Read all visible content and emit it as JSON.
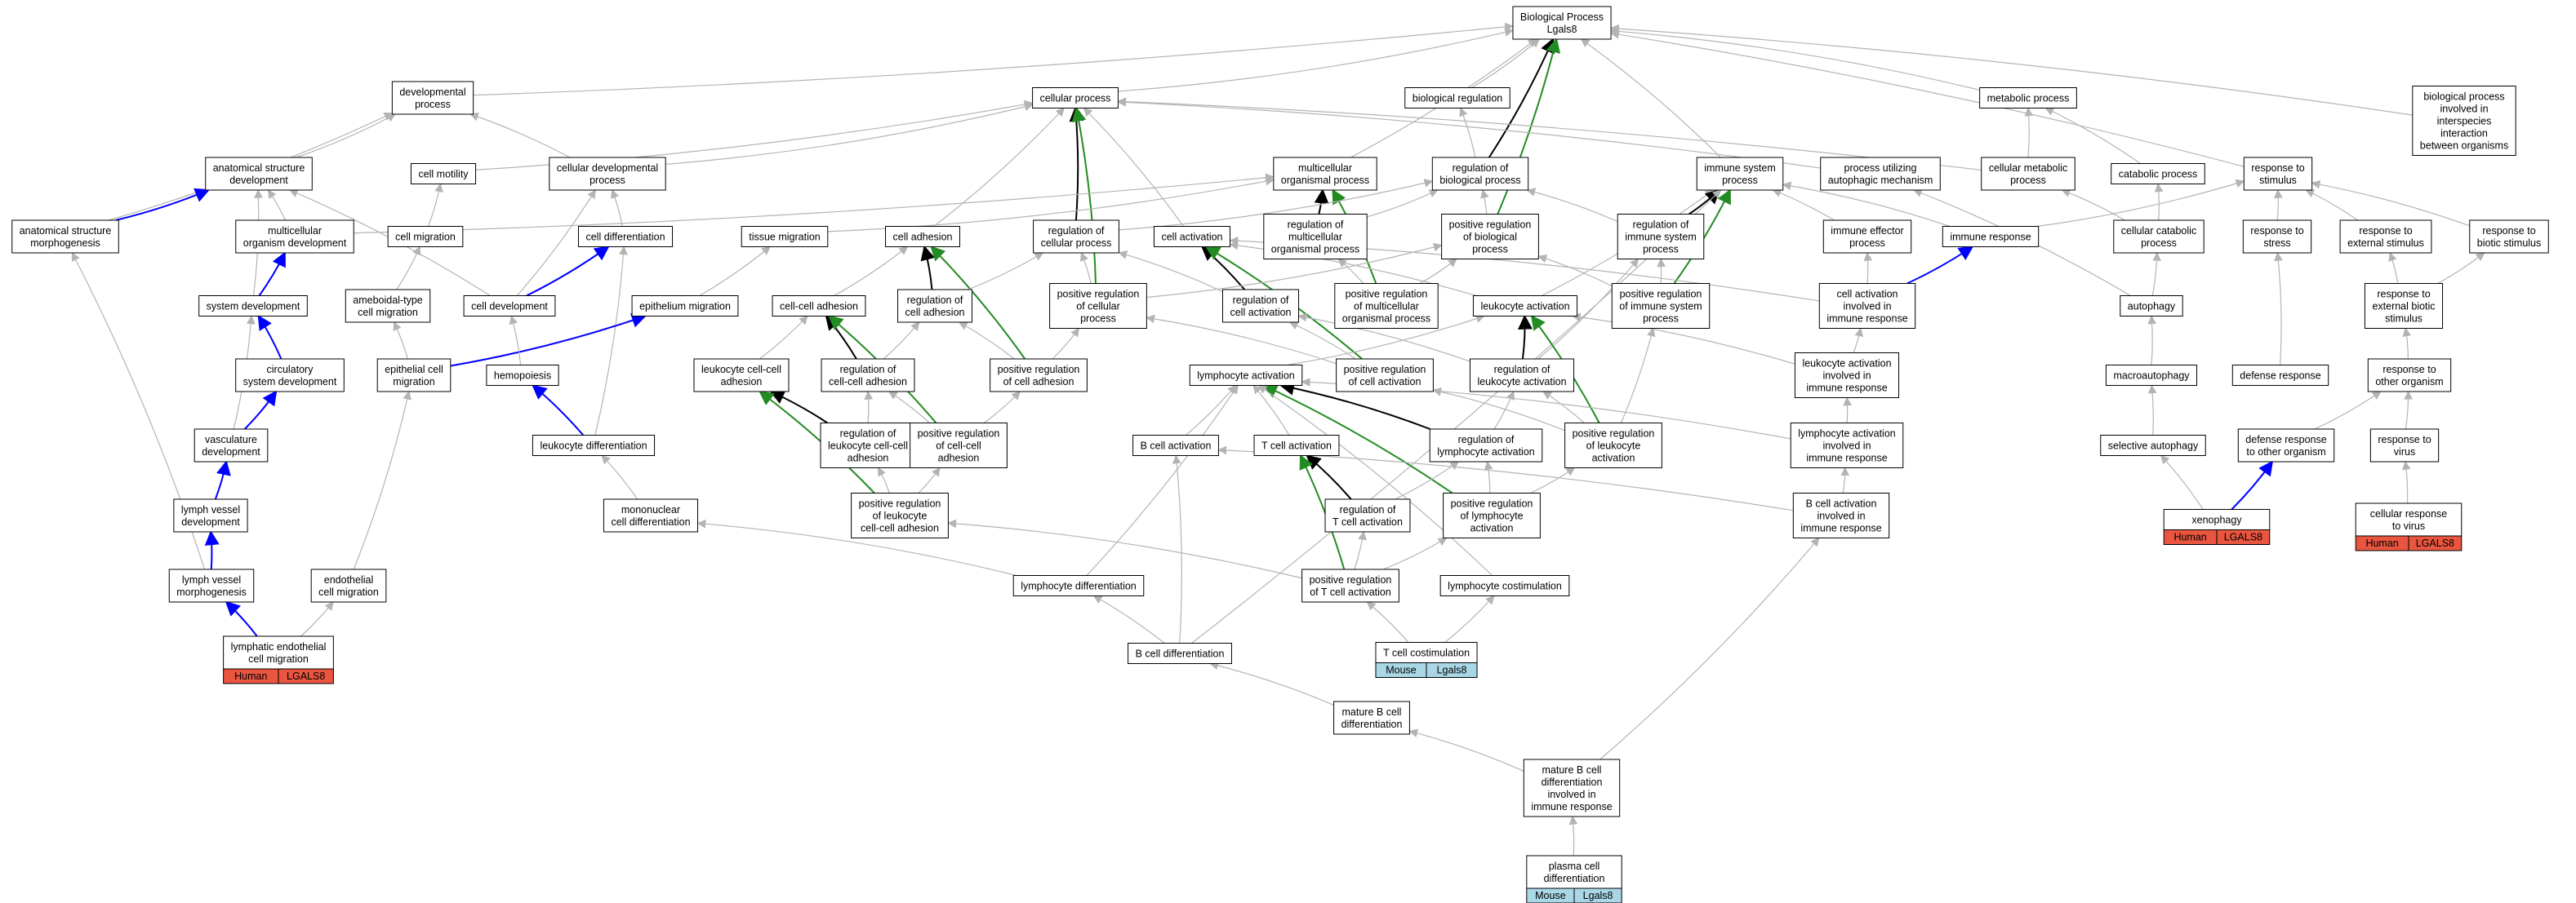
{
  "root_node_label": "Biological Process\nLgals8",
  "colors": {
    "edge_gray": "#b4b4b4",
    "edge_black": "#000000",
    "edge_blue": "#0000ff",
    "edge_green": "#228b22",
    "human_fill": "#e9553f",
    "mouse_fill": "#a9d7e5",
    "node_fill": "#ffffff"
  },
  "nodes": [
    {
      "id": "root",
      "label": "Biological Process\nLgals8"
    },
    {
      "id": "dev",
      "label": "developmental\nprocess"
    },
    {
      "id": "cp",
      "label": "cellular process"
    },
    {
      "id": "breg",
      "label": "biological regulation"
    },
    {
      "id": "met",
      "label": "metabolic process"
    },
    {
      "id": "inter",
      "label": "biological process\ninvolved in\ninterspecies\ninteraction\nbetween organisms"
    },
    {
      "id": "asd",
      "label": "anatomical structure\ndevelopment"
    },
    {
      "id": "mot",
      "label": "cell motility"
    },
    {
      "id": "cdp",
      "label": "cellular developmental\nprocess"
    },
    {
      "id": "mop",
      "label": "multicellular\norganismal process"
    },
    {
      "id": "rbp",
      "label": "regulation of\nbiological process"
    },
    {
      "id": "isp",
      "label": "immune system\nprocess"
    },
    {
      "id": "puam",
      "label": "process utilizing\nautophagic mechanism"
    },
    {
      "id": "cmp",
      "label": "cellular metabolic\nprocess"
    },
    {
      "id": "catp",
      "label": "catabolic process"
    },
    {
      "id": "rstim",
      "label": "response to\nstimulus"
    },
    {
      "id": "asm",
      "label": "anatomical structure\nmorphogenesis"
    },
    {
      "id": "mod",
      "label": "multicellular\norganism development"
    },
    {
      "id": "cmig",
      "label": "cell migration"
    },
    {
      "id": "cdiff",
      "label": "cell differentiation"
    },
    {
      "id": "tmig",
      "label": "tissue migration"
    },
    {
      "id": "cadh",
      "label": "cell adhesion"
    },
    {
      "id": "rcp",
      "label": "regulation of\ncellular process"
    },
    {
      "id": "cact",
      "label": "cell activation"
    },
    {
      "id": "rmop",
      "label": "regulation of\nmulticellular\norganismal process"
    },
    {
      "id": "prbp",
      "label": "positive regulation\nof biological\nprocess"
    },
    {
      "id": "risp",
      "label": "regulation of\nimmune system\nprocess"
    },
    {
      "id": "iep",
      "label": "immune effector\nprocess"
    },
    {
      "id": "iresp",
      "label": "immune response"
    },
    {
      "id": "ccp",
      "label": "cellular catabolic\nprocess"
    },
    {
      "id": "rstress",
      "label": "response to\nstress"
    },
    {
      "id": "rext",
      "label": "response to\nexternal stimulus"
    },
    {
      "id": "rbio",
      "label": "response to\nbiotic stimulus"
    },
    {
      "id": "sysd",
      "label": "system development"
    },
    {
      "id": "amcm",
      "label": "ameboidal-type\ncell migration"
    },
    {
      "id": "celld",
      "label": "cell development"
    },
    {
      "id": "epmig",
      "label": "epithelium migration"
    },
    {
      "id": "ccadh",
      "label": "cell-cell adhesion"
    },
    {
      "id": "rcadh",
      "label": "regulation of\ncell adhesion"
    },
    {
      "id": "prcp",
      "label": "positive regulation\nof cellular\nprocess"
    },
    {
      "id": "rcact",
      "label": "regulation of\ncell activation"
    },
    {
      "id": "prmop",
      "label": "positive regulation\nof multicellular\norganismal process"
    },
    {
      "id": "lact",
      "label": "leukocyte activation"
    },
    {
      "id": "prisp",
      "label": "positive regulation\nof immune system\nprocess"
    },
    {
      "id": "caiir",
      "label": "cell activation\ninvolved in\nimmune response"
    },
    {
      "id": "auto",
      "label": "autophagy"
    },
    {
      "id": "rebs",
      "label": "response to\nexternal biotic\nstimulus"
    },
    {
      "id": "csd",
      "label": "circulatory\nsystem development"
    },
    {
      "id": "epcm",
      "label": "epithelial cell\nmigration"
    },
    {
      "id": "hemo",
      "label": "hemopoiesis"
    },
    {
      "id": "lcca",
      "label": "leukocyte cell-cell\nadhesion"
    },
    {
      "id": "rccadh",
      "label": "regulation of\ncell-cell adhesion"
    },
    {
      "id": "prcadh",
      "label": "positive regulation\nof cell adhesion"
    },
    {
      "id": "lymact",
      "label": "lymphocyte activation"
    },
    {
      "id": "prcact",
      "label": "positive regulation\nof cell activation"
    },
    {
      "id": "rlact",
      "label": "regulation of\nleukocyte activation"
    },
    {
      "id": "laiir",
      "label": "leukocyte activation\ninvolved in\nimmune response"
    },
    {
      "id": "macro",
      "label": "macroautophagy"
    },
    {
      "id": "defr",
      "label": "defense response"
    },
    {
      "id": "rother",
      "label": "response to\nother organism"
    },
    {
      "id": "vasd",
      "label": "vasculature\ndevelopment"
    },
    {
      "id": "ldiff",
      "label": "leukocyte differentiation"
    },
    {
      "id": "rlcca",
      "label": "regulation of\nleukocyte cell-cell\nadhesion"
    },
    {
      "id": "prccadh",
      "label": "positive regulation\nof cell-cell\nadhesion"
    },
    {
      "id": "bact",
      "label": "B cell activation"
    },
    {
      "id": "tact",
      "label": "T cell activation"
    },
    {
      "id": "rlymact",
      "label": "regulation of\nlymphocyte activation"
    },
    {
      "id": "prlact",
      "label": "positive regulation\nof leukocyte\nactivation"
    },
    {
      "id": "lyaiir",
      "label": "lymphocyte activation\ninvolved in\nimmune response"
    },
    {
      "id": "sela",
      "label": "selective autophagy"
    },
    {
      "id": "drother",
      "label": "defense response\nto other organism"
    },
    {
      "id": "rvirus",
      "label": "response to\nvirus"
    },
    {
      "id": "lvd",
      "label": "lymph vessel\ndevelopment"
    },
    {
      "id": "mncd",
      "label": "mononuclear\ncell differentiation"
    },
    {
      "id": "prlcca",
      "label": "positive regulation\nof leukocyte\ncell-cell adhesion"
    },
    {
      "id": "rtact",
      "label": "regulation of\nT cell activation"
    },
    {
      "id": "prlymact",
      "label": "positive regulation\nof lymphocyte\nactivation"
    },
    {
      "id": "baiir",
      "label": "B cell activation\ninvolved in\nimmune response"
    },
    {
      "id": "lvm",
      "label": "lymph vessel\nmorphogenesis"
    },
    {
      "id": "ecm",
      "label": "endothelial\ncell migration"
    },
    {
      "id": "lydiff",
      "label": "lymphocyte differentiation"
    },
    {
      "id": "prtact",
      "label": "positive regulation\nof T cell activation"
    },
    {
      "id": "lcost",
      "label": "lymphocyte costimulation"
    },
    {
      "id": "bdiff",
      "label": "B cell differentiation"
    },
    {
      "id": "mbcd",
      "label": "mature B cell\ndifferentiation"
    },
    {
      "id": "mbcdiir",
      "label": "mature B cell\ndifferentiation\ninvolved in\nimmune response"
    }
  ],
  "annotated_nodes": [
    {
      "id": "lecm",
      "label": "lymphatic endothelial\ncell migration",
      "badges": [
        {
          "text": "Human",
          "kind": "human"
        },
        {
          "text": "LGALS8",
          "kind": "human"
        }
      ]
    },
    {
      "id": "tcost",
      "label": "T cell costimulation",
      "badges": [
        {
          "text": "Mouse",
          "kind": "mouse"
        },
        {
          "text": "Lgals8",
          "kind": "mouse"
        }
      ]
    },
    {
      "id": "pcd",
      "label": "plasma cell\ndifferentiation",
      "badges": [
        {
          "text": "Mouse",
          "kind": "mouse"
        },
        {
          "text": "Lgals8",
          "kind": "mouse"
        }
      ]
    },
    {
      "id": "xeno",
      "label": "xenophagy",
      "badges": [
        {
          "text": "Human",
          "kind": "human"
        },
        {
          "text": "LGALS8",
          "kind": "human"
        }
      ]
    },
    {
      "id": "crvirus",
      "label": "cellular response\nto virus",
      "badges": [
        {
          "text": "Human",
          "kind": "human"
        },
        {
          "text": "LGALS8",
          "kind": "human"
        }
      ]
    }
  ],
  "edges": [
    [
      "dev",
      "root",
      "gray"
    ],
    [
      "cp",
      "root",
      "gray"
    ],
    [
      "breg",
      "root",
      "gray"
    ],
    [
      "met",
      "root",
      "gray"
    ],
    [
      "inter",
      "root",
      "gray"
    ],
    [
      "mop",
      "root",
      "gray"
    ],
    [
      "isp",
      "root",
      "gray"
    ],
    [
      "rstim",
      "root",
      "gray"
    ],
    [
      "rbp",
      "root",
      "black"
    ],
    [
      "prbp",
      "root",
      "green"
    ],
    [
      "asd",
      "dev",
      "gray"
    ],
    [
      "cdp",
      "dev",
      "gray"
    ],
    [
      "asm",
      "dev",
      "gray"
    ],
    [
      "mot",
      "cp",
      "gray"
    ],
    [
      "cdp",
      "cp",
      "gray"
    ],
    [
      "cmp",
      "cp",
      "gray"
    ],
    [
      "cadh",
      "cp",
      "gray"
    ],
    [
      "cact",
      "cp",
      "gray"
    ],
    [
      "puam",
      "cp",
      "gray"
    ],
    [
      "rcp",
      "cp",
      "black"
    ],
    [
      "prcp",
      "cp",
      "green"
    ],
    [
      "rbp",
      "breg",
      "gray"
    ],
    [
      "cmp",
      "met",
      "gray"
    ],
    [
      "catp",
      "met",
      "gray"
    ],
    [
      "asm",
      "asd",
      "blue"
    ],
    [
      "mod",
      "asd",
      "gray"
    ],
    [
      "sysd",
      "asd",
      "gray"
    ],
    [
      "celld",
      "asd",
      "gray"
    ],
    [
      "cmig",
      "mot",
      "gray"
    ],
    [
      "cdiff",
      "cdp",
      "gray"
    ],
    [
      "celld",
      "cdp",
      "gray"
    ],
    [
      "mod",
      "mop",
      "gray"
    ],
    [
      "tmig",
      "mop",
      "gray"
    ],
    [
      "rmop",
      "mop",
      "black"
    ],
    [
      "prmop",
      "mop",
      "green"
    ],
    [
      "rcp",
      "rbp",
      "gray"
    ],
    [
      "rmop",
      "rbp",
      "gray"
    ],
    [
      "risp",
      "rbp",
      "gray"
    ],
    [
      "prbp",
      "rbp",
      "gray"
    ],
    [
      "iep",
      "isp",
      "gray"
    ],
    [
      "iresp",
      "isp",
      "gray"
    ],
    [
      "lact",
      "isp",
      "gray"
    ],
    [
      "risp",
      "isp",
      "black"
    ],
    [
      "prisp",
      "isp",
      "green"
    ],
    [
      "bdiff",
      "isp",
      "gray"
    ],
    [
      "auto",
      "puam",
      "gray"
    ],
    [
      "ccp",
      "cmp",
      "gray"
    ],
    [
      "ccp",
      "catp",
      "gray"
    ],
    [
      "rstress",
      "rstim",
      "gray"
    ],
    [
      "rext",
      "rstim",
      "gray"
    ],
    [
      "rbio",
      "rstim",
      "gray"
    ],
    [
      "iresp",
      "rstim",
      "gray"
    ],
    [
      "sysd",
      "mod",
      "blue"
    ],
    [
      "amcm",
      "cmig",
      "gray"
    ],
    [
      "celld",
      "cdiff",
      "blue"
    ],
    [
      "ldiff",
      "cdiff",
      "gray"
    ],
    [
      "epmig",
      "tmig",
      "gray"
    ],
    [
      "ccadh",
      "cadh",
      "gray"
    ],
    [
      "rcadh",
      "cadh",
      "black"
    ],
    [
      "prcadh",
      "cadh",
      "green"
    ],
    [
      "rcadh",
      "rcp",
      "gray"
    ],
    [
      "prcp",
      "rcp",
      "gray"
    ],
    [
      "rcact",
      "rcp",
      "gray"
    ],
    [
      "lact",
      "cact",
      "gray"
    ],
    [
      "caiir",
      "cact",
      "gray"
    ],
    [
      "rcact",
      "cact",
      "black"
    ],
    [
      "prcact",
      "cact",
      "green"
    ],
    [
      "prmop",
      "rmop",
      "gray"
    ],
    [
      "prmop",
      "prbp",
      "gray"
    ],
    [
      "prcp",
      "prbp",
      "gray"
    ],
    [
      "prisp",
      "prbp",
      "gray"
    ],
    [
      "prisp",
      "risp",
      "gray"
    ],
    [
      "rlact",
      "risp",
      "gray"
    ],
    [
      "caiir",
      "iep",
      "gray"
    ],
    [
      "caiir",
      "iresp",
      "blue"
    ],
    [
      "auto",
      "ccp",
      "gray"
    ],
    [
      "defr",
      "rstress",
      "gray"
    ],
    [
      "rebs",
      "rext",
      "gray"
    ],
    [
      "rebs",
      "rbio",
      "gray"
    ],
    [
      "csd",
      "sysd",
      "blue"
    ],
    [
      "vasd",
      "sysd",
      "gray"
    ],
    [
      "epcm",
      "amcm",
      "gray"
    ],
    [
      "epcm",
      "epmig",
      "blue"
    ],
    [
      "hemo",
      "celld",
      "gray"
    ],
    [
      "lcca",
      "ccadh",
      "gray"
    ],
    [
      "rccadh",
      "ccadh",
      "black"
    ],
    [
      "prccadh",
      "ccadh",
      "green"
    ],
    [
      "rccadh",
      "rcadh",
      "gray"
    ],
    [
      "prcadh",
      "rcadh",
      "gray"
    ],
    [
      "prcadh",
      "prcp",
      "gray"
    ],
    [
      "prcact",
      "prcp",
      "gray"
    ],
    [
      "rlact",
      "rcact",
      "gray"
    ],
    [
      "prcact",
      "rcact",
      "gray"
    ],
    [
      "lymact",
      "lact",
      "gray"
    ],
    [
      "laiir",
      "lact",
      "gray"
    ],
    [
      "rlact",
      "lact",
      "black"
    ],
    [
      "prlact",
      "lact",
      "green"
    ],
    [
      "prlact",
      "prisp",
      "gray"
    ],
    [
      "laiir",
      "caiir",
      "gray"
    ],
    [
      "macro",
      "auto",
      "gray"
    ],
    [
      "rother",
      "rebs",
      "gray"
    ],
    [
      "vasd",
      "csd",
      "blue"
    ],
    [
      "ecm",
      "epcm",
      "gray"
    ],
    [
      "ldiff",
      "hemo",
      "blue"
    ],
    [
      "rlcca",
      "lcca",
      "black"
    ],
    [
      "prlcca",
      "lcca",
      "green"
    ],
    [
      "rlcca",
      "rccadh",
      "gray"
    ],
    [
      "prccadh",
      "rccadh",
      "gray"
    ],
    [
      "prccadh",
      "prcadh",
      "gray"
    ],
    [
      "prlact",
      "prcact",
      "gray"
    ],
    [
      "prlact",
      "rlact",
      "gray"
    ],
    [
      "bact",
      "lymact",
      "gray"
    ],
    [
      "tact",
      "lymact",
      "gray"
    ],
    [
      "lyaiir",
      "lymact",
      "gray"
    ],
    [
      "rlymact",
      "lymact",
      "black"
    ],
    [
      "prlymact",
      "lymact",
      "green"
    ],
    [
      "rlymact",
      "rlact",
      "gray"
    ],
    [
      "lyaiir",
      "laiir",
      "gray"
    ],
    [
      "sela",
      "macro",
      "gray"
    ],
    [
      "drother",
      "rother",
      "gray"
    ],
    [
      "rvirus",
      "rother",
      "gray"
    ],
    [
      "lvd",
      "vasd",
      "blue"
    ],
    [
      "mncd",
      "ldiff",
      "gray"
    ],
    [
      "prlcca",
      "rlcca",
      "gray"
    ],
    [
      "prlcca",
      "prccadh",
      "gray"
    ],
    [
      "rtact",
      "tact",
      "black"
    ],
    [
      "prtact",
      "tact",
      "green"
    ],
    [
      "prlymact",
      "rlymact",
      "gray"
    ],
    [
      "prlymact",
      "prlact",
      "gray"
    ],
    [
      "baiir",
      "bact",
      "gray"
    ],
    [
      "baiir",
      "lyaiir",
      "gray"
    ],
    [
      "xeno",
      "sela",
      "gray"
    ],
    [
      "xeno",
      "drother",
      "blue"
    ],
    [
      "crvirus",
      "rvirus",
      "gray"
    ],
    [
      "lvm",
      "lvd",
      "blue"
    ],
    [
      "lvm",
      "asm",
      "gray"
    ],
    [
      "lydiff",
      "mncd",
      "gray"
    ],
    [
      "rtact",
      "rlymact",
      "gray"
    ],
    [
      "prtact",
      "rtact",
      "gray"
    ],
    [
      "prtact",
      "prlymact",
      "gray"
    ],
    [
      "lecm",
      "lvm",
      "blue"
    ],
    [
      "lecm",
      "ecm",
      "gray"
    ],
    [
      "bdiff",
      "lydiff",
      "gray"
    ],
    [
      "bdiff",
      "bact",
      "gray"
    ],
    [
      "lydiff",
      "lymact",
      "gray"
    ],
    [
      "tcost",
      "prtact",
      "gray"
    ],
    [
      "tcost",
      "lcost",
      "gray"
    ],
    [
      "lcost",
      "lymact",
      "gray"
    ],
    [
      "prtact",
      "prlcca",
      "gray"
    ],
    [
      "mbcd",
      "bdiff",
      "gray"
    ],
    [
      "mbcdiir",
      "mbcd",
      "gray"
    ],
    [
      "mbcdiir",
      "baiir",
      "gray"
    ],
    [
      "pcd",
      "mbcdiir",
      "gray"
    ]
  ]
}
